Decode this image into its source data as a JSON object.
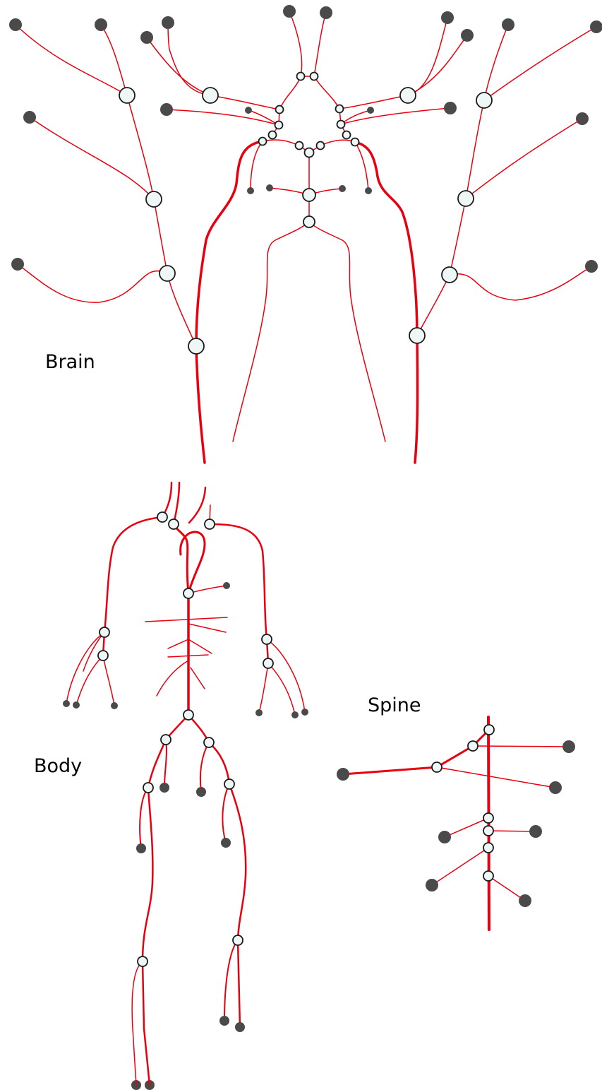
{
  "diagram": {
    "type": "vascular-network",
    "labels": {
      "brain": "Brain",
      "body": "Body",
      "spine": "Spine"
    },
    "colors": {
      "vessel": "#e8000f",
      "node_fill": "#eef6f6",
      "node_stroke": "#1a1a1a",
      "terminal": "#4a4a4a",
      "background": "#ffffff",
      "text": "#000000"
    }
  }
}
